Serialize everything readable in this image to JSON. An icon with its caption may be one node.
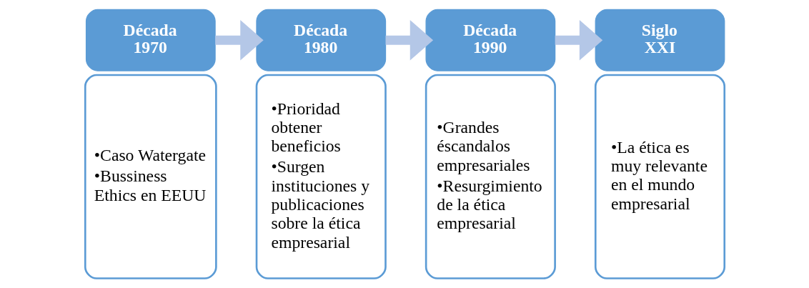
{
  "diagram": {
    "nodes": [
      {
        "text": [
          "Década 1970"
        ]
      },
      {
        "text": [
          "•Caso Watergate",
          "•Bussiness Ethics en EEUU"
        ]
      },
      {
        "text": [
          "Década 1980"
        ]
      },
      {
        "text": [
          "•Prioridad obtener beneficios",
          "•Surgen instituciones y publicaciones sobre la ética empresarial"
        ]
      },
      {
        "text": [
          "Década 1990"
        ]
      },
      {
        "text": [
          "•Grandes éscandalos empresariales",
          "•Resurgimiento de la ética empresarial"
        ]
      },
      {
        "text": [
          "Siglo XXI"
        ]
      },
      {
        "text": [
          "•La ética es muy relevante en el mundo empresarial"
        ]
      }
    ],
    "edges": [
      {
        "from": 0,
        "to": 2,
        "arrow": "to"
      },
      {
        "from": 2,
        "to": 4,
        "arrow": "to"
      },
      {
        "from": 4,
        "to": 6,
        "arrow": "to"
      }
    ]
  }
}
